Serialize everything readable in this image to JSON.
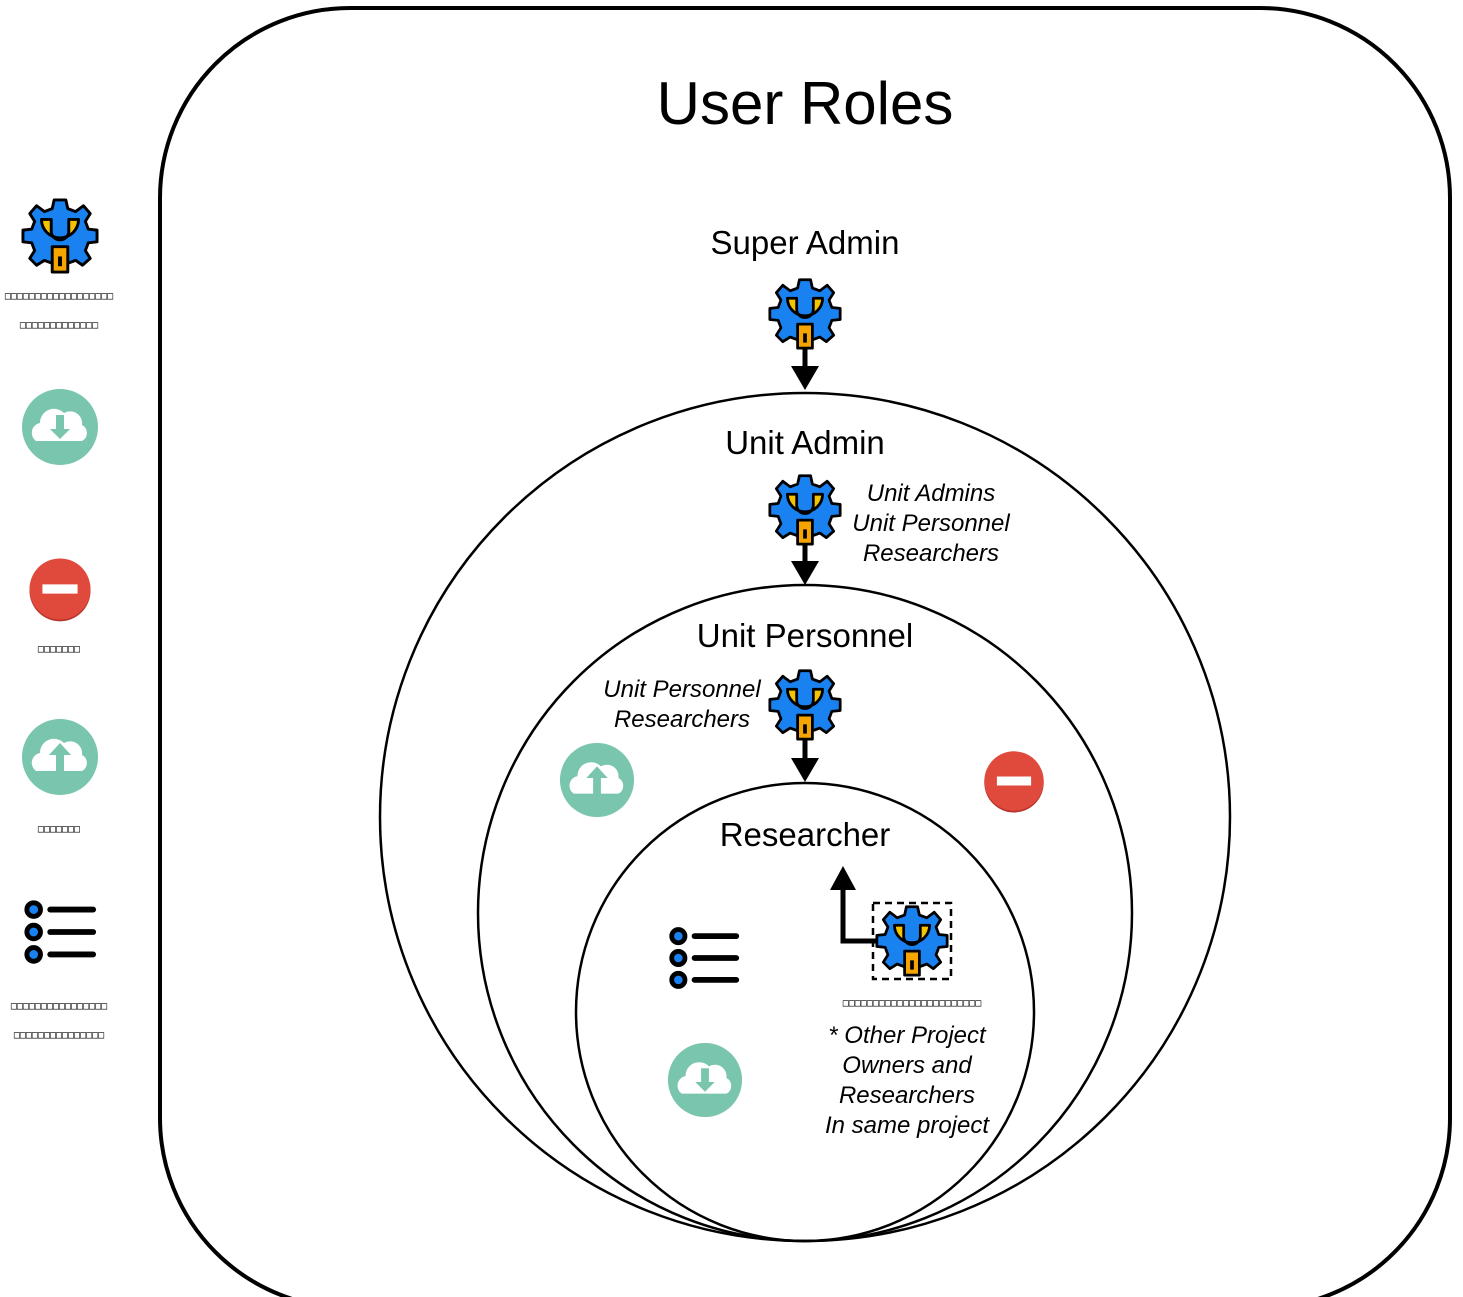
{
  "title": "User Roles",
  "roles": {
    "super_admin": "Super Admin",
    "unit_admin": "Unit Admin",
    "unit_personnel": "Unit Personnel",
    "researcher": "Researcher"
  },
  "notes": {
    "unit_admin_manages": [
      "Unit Admins",
      "Unit Personnel",
      "Researchers"
    ],
    "unit_personnel_manages": [
      "Unit Personnel",
      "Researchers"
    ],
    "researcher_manages": [
      "* Other Project",
      "Owners and",
      "Researchers",
      "In same project"
    ]
  },
  "legend": {
    "admin_label_1": "□□□□□□□□□□□□□□□□□□",
    "admin_label_2": "□□□□□□□□□□□□□",
    "download_label": "",
    "remove_label": "□□□□□□□",
    "upload_label": "□□□□□□□",
    "list_label_1": "□□□□□□□□□□□□□□□□",
    "list_label_2": "□□□□□□□□□□□□□□□",
    "optional_admin_label": "□□□□□□□□□□□□□□□□□□□□□□□"
  },
  "icons": {
    "admin": "gear-wrench-icon",
    "download": "cloud-download-icon",
    "remove": "remove-icon",
    "upload": "cloud-upload-icon",
    "list": "list-icon"
  },
  "colors": {
    "gear": "#1a82f0",
    "wrench": "#f5c400",
    "cloud_circle": "#7ac5ad",
    "remove_circle": "#e04a3c"
  }
}
